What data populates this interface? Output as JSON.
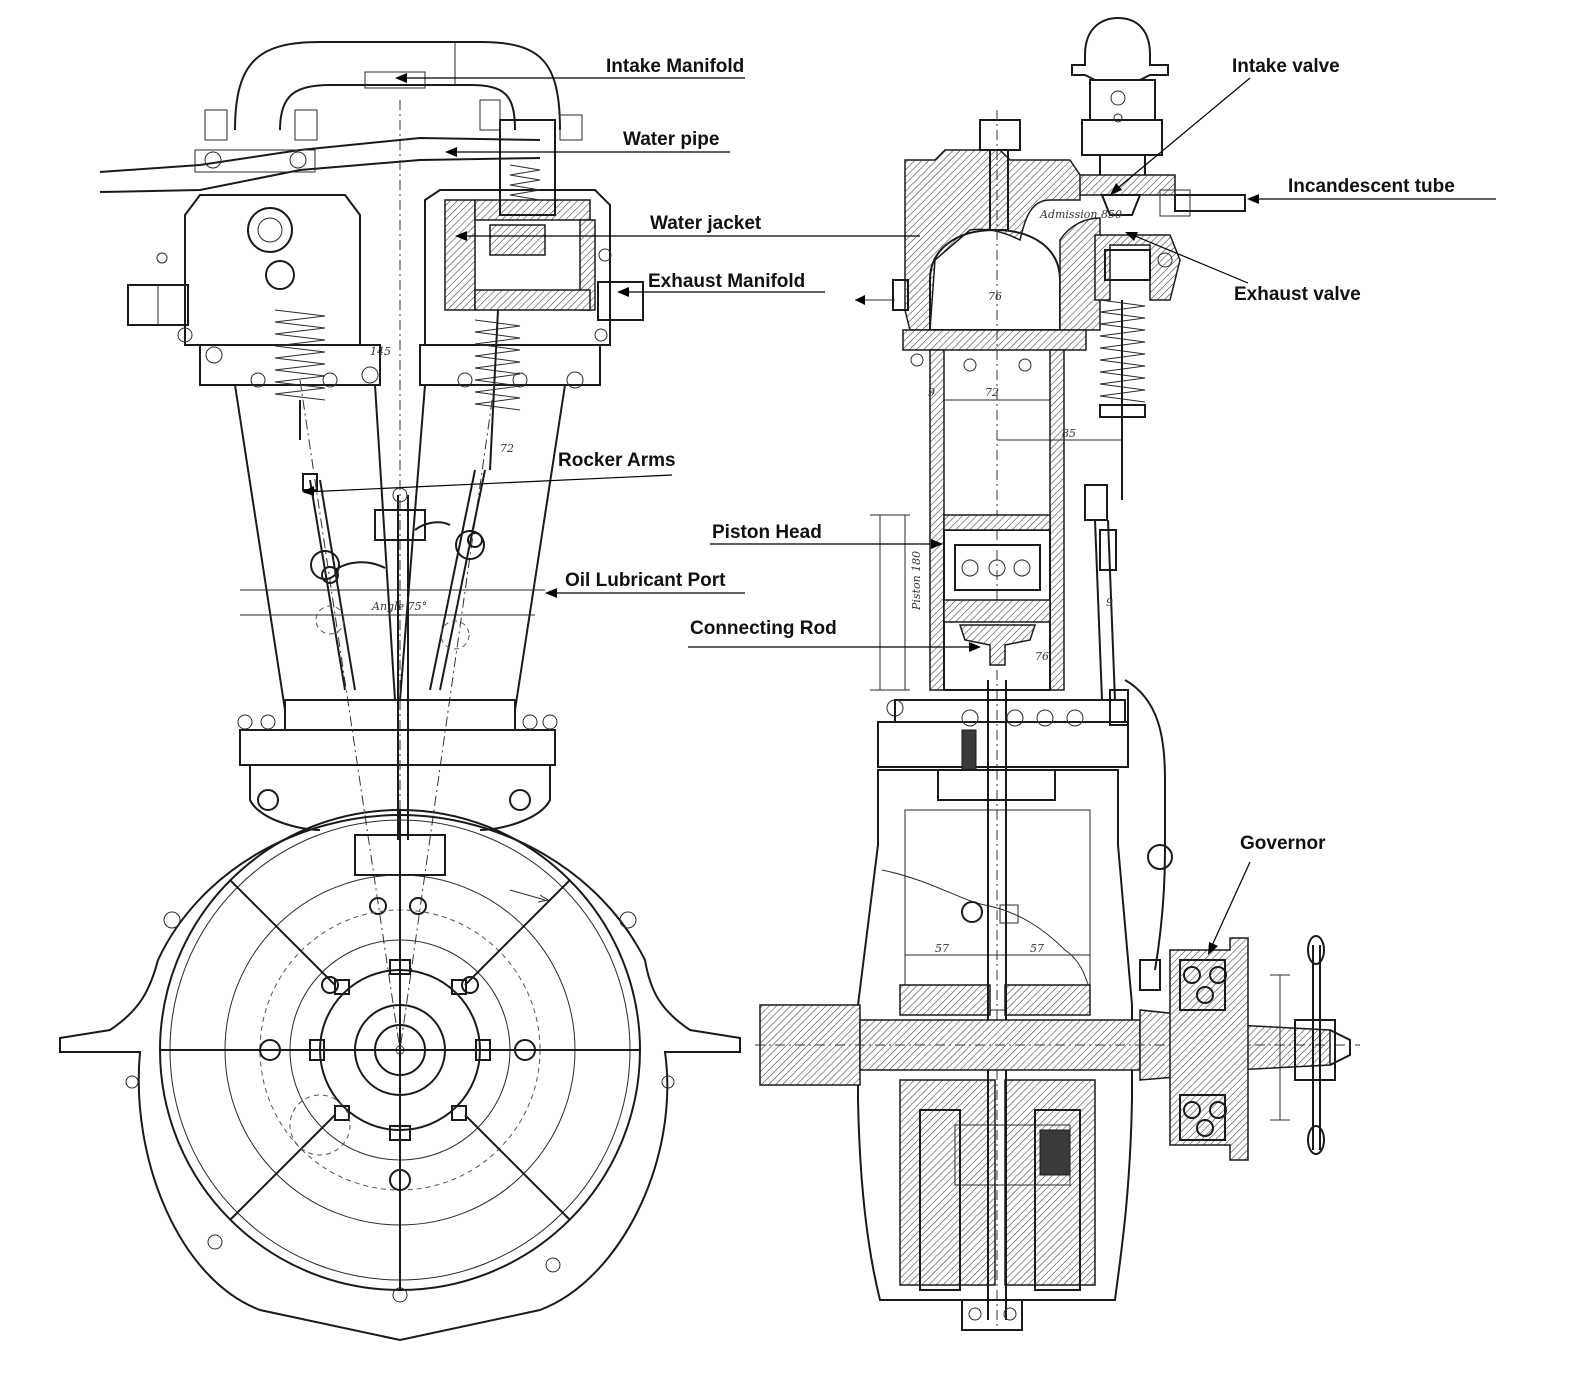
{
  "labels": {
    "intake_manifold": "Intake Manifold",
    "water_pipe": "Water pipe",
    "water_jacket": "Water jacket",
    "exhaust_manifold": "Exhaust Manifold",
    "rocker_arms": "Rocker Arms",
    "oil_lubricant_port": "Oil Lubricant Port",
    "intake_valve": "Intake valve",
    "incandescent_tube": "Incandescent tube",
    "exhaust_valve": "Exhaust valve",
    "piston_head": "Piston Head",
    "connecting_rod": "Connecting Rod",
    "governor": "Governor"
  },
  "annotations": {
    "angle": "Angle 75°",
    "admission": "Admission 850",
    "piston_stroke": "Piston 180",
    "dim_72": "72",
    "dim_85": "85",
    "dim_76": "76",
    "dim_57": "57",
    "dim_145": "145",
    "dim_9": "9"
  }
}
